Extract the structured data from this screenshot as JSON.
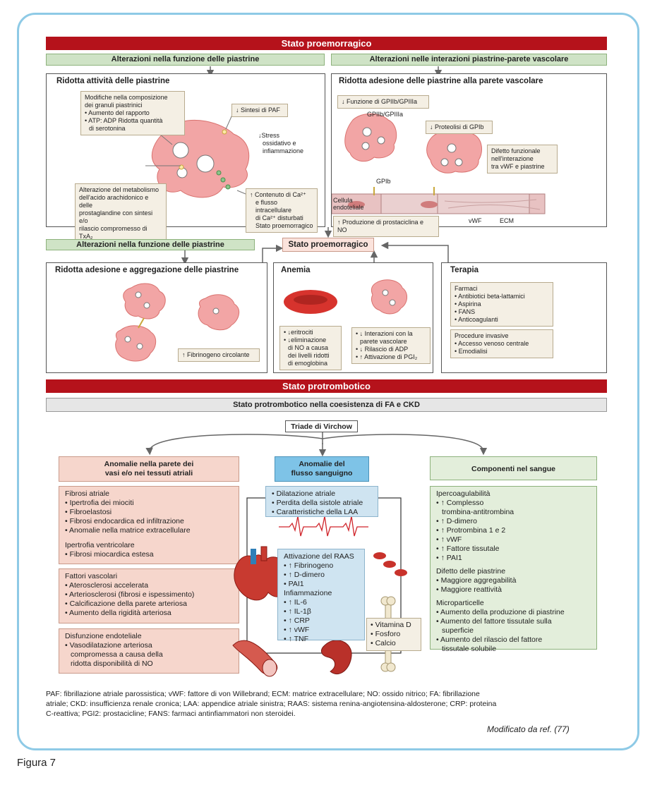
{
  "top_bar": "Stato proemorragico",
  "left_green": "Alterazioni nella funzione delle piastrine",
  "right_green": "Alterazioni nelle interazioni piastrine-parete vascolare",
  "panel1": {
    "title": "Ridotta attività delle piastrine",
    "note_granules": [
      "Modifiche nella composizione",
      "dei granuli piastrinici",
      "• Aumento del rapporto",
      "• ATP: ADP Ridotta quantità",
      "  di serotonina"
    ],
    "note_paf": "↓ Sintesi di PAF",
    "note_stress": [
      "↓Stress",
      "ossidativo e",
      "infiammazione"
    ],
    "note_arach": [
      "Alterazione del metabolismo",
      "dell'acido arachidonico e delle",
      "prostaglandine con sintesi e/o",
      "rilascio compromesso di TxA₂"
    ],
    "note_ca": [
      "↑ Contenuto di Ca²⁺",
      "e flusso intracellulare",
      "di Ca²⁺ disturbati",
      "Stato proemorragico"
    ]
  },
  "panel2": {
    "title": "Ridotta adesione delle piastrine alla parete vascolare",
    "note_gp": "↓ Funzione di GPIIb/GPIIIa",
    "label_gp": "GPIIb/GPIIIa",
    "note_proteolysis": "↓ Proteolisi di GPIb",
    "note_defect": [
      "Difetto funzionale",
      "nell'interazione",
      "tra vWF e piastrine"
    ],
    "label_gpib": "GPIb",
    "label_cell": [
      "Cellula",
      "endoteliale"
    ],
    "note_prost": "↑ Produzione di prostaciclina e NO",
    "label_vwf": "vWF",
    "label_ecm": "ECM"
  },
  "mid_green": "Alterazioni nella funzione delle piastrine",
  "mid_center": "Stato proemorragico",
  "panel3": {
    "title": "Ridotta adesione e aggregazione delle piastrine",
    "note_fibr": "↑ Fibrinogeno circolante"
  },
  "panel4": {
    "title": "Anemia",
    "note_left": [
      "• ↓eritrociti",
      "• ↓eliminazione",
      "  di NO a causa",
      "  dei livelli ridotti",
      "  di emoglobina"
    ],
    "note_right": [
      "• ↓ Interazioni con la",
      "  parete vascolare",
      "• ↓ Rilascio di ADP",
      "• ↑ Attivazione di PGI₂"
    ]
  },
  "panel5": {
    "title": "Terapia",
    "drugs": [
      "Farmaci",
      "• Antibiotici beta-lattamici",
      "• Aspirina",
      "• FANS",
      "• Anticoagulanti"
    ],
    "procedures": [
      "Procedure invasive",
      "• Accesso venoso centrale",
      "• Emodialisi"
    ]
  },
  "bottom_bar": "Stato protrombotico",
  "grey_bar": "Stato protrombotico nella coesistenza di FA e CKD",
  "virchow": "Triade di Virchow",
  "col_left": {
    "header": [
      "Anomalie nella parete dei",
      "vasi e/o nei tessuti atriali"
    ],
    "box1": [
      "Fibrosi atriale",
      "• Ipertrofia dei miociti",
      "• Fibroelastosi",
      "• Fibrosi endocardica ed infiltrazione",
      "• Anomalie nella matrice extracellulare",
      "",
      "Ipertrofia ventricolare",
      "• Fibrosi miocardica estesa"
    ],
    "box2": [
      "Fattori vascolari",
      "• Aterosclerosi accelerata",
      "• Arteriosclerosi (fibrosi e ispessimento)",
      "• Calcificazione della parete arteriosa",
      "• Aumento della rigidità arteriosa"
    ],
    "box3": [
      "Disfunzione endoteliale",
      "• Vasodilatazione arteriosa",
      "  compromessa a causa della",
      "  ridotta disponibilità di NO"
    ]
  },
  "col_mid": {
    "header": [
      "Anomalie del",
      "flusso sanguigno"
    ],
    "box1": [
      "• Dilatazione atriale",
      "• Perdita della sistole atriale",
      "• Caratteristiche della LAA"
    ],
    "box2": [
      "Attivazione del RAAS",
      "• ↑ Fibrinogeno",
      "• ↑ D-dimero",
      "• PAI1",
      "Infiammazione",
      "• ↑ IL-6",
      "• ↑ IL-1β",
      "• ↑ CRP",
      "• ↑ vWF",
      "• ↑ TNF"
    ],
    "box3": [
      "• Vitamina D",
      "• Fosforo",
      "• Calcio"
    ]
  },
  "col_right": {
    "header": "Componenti nel sangue",
    "box": [
      "Ipercoagulabilità",
      "• ↑ Complesso",
      "  trombina-antitrombina",
      "• ↑ D-dimero",
      "• ↑ Protrombina 1 e 2",
      "• ↑ vWF",
      "• ↑ Fattore tissutale",
      "• ↑ PAI1",
      "",
      "Difetto delle piastrine",
      "• Maggiore aggregabilità",
      "• Maggiore reattività",
      "",
      "Microparticelle",
      "• Aumento della produzione di piastrine",
      "• Aumento del fattore tissutale sulla",
      "  superficie",
      "• Aumento del rilascio del fattore",
      "  tissutale solubile"
    ]
  },
  "footnote": [
    "PAF: fibrillazione atriale parossistica; vWF: fattore di von Willebrand; ECM: matrice extracellulare; NO: ossido nitrico; FA: fibrillazione",
    "atriale; CKD: insufficienza renale cronica; LAA: appendice atriale sinistra; RAAS: sistema renina-angiotensina-aldosterone; CRP: proteina",
    "C-reattiva; PGI2: prostacicline; FANS: farmaci antinfiammatori non steroidei."
  ],
  "source": "Modificato da ref. (77)",
  "figure_label": "Figura 7",
  "colors": {
    "red": "#b5121b",
    "green": "#cfe3c6",
    "pink": "#f6d6cc",
    "blue": "#cfe4f1",
    "frame": "#8ecae6",
    "platelet": "#f2a5a5"
  }
}
